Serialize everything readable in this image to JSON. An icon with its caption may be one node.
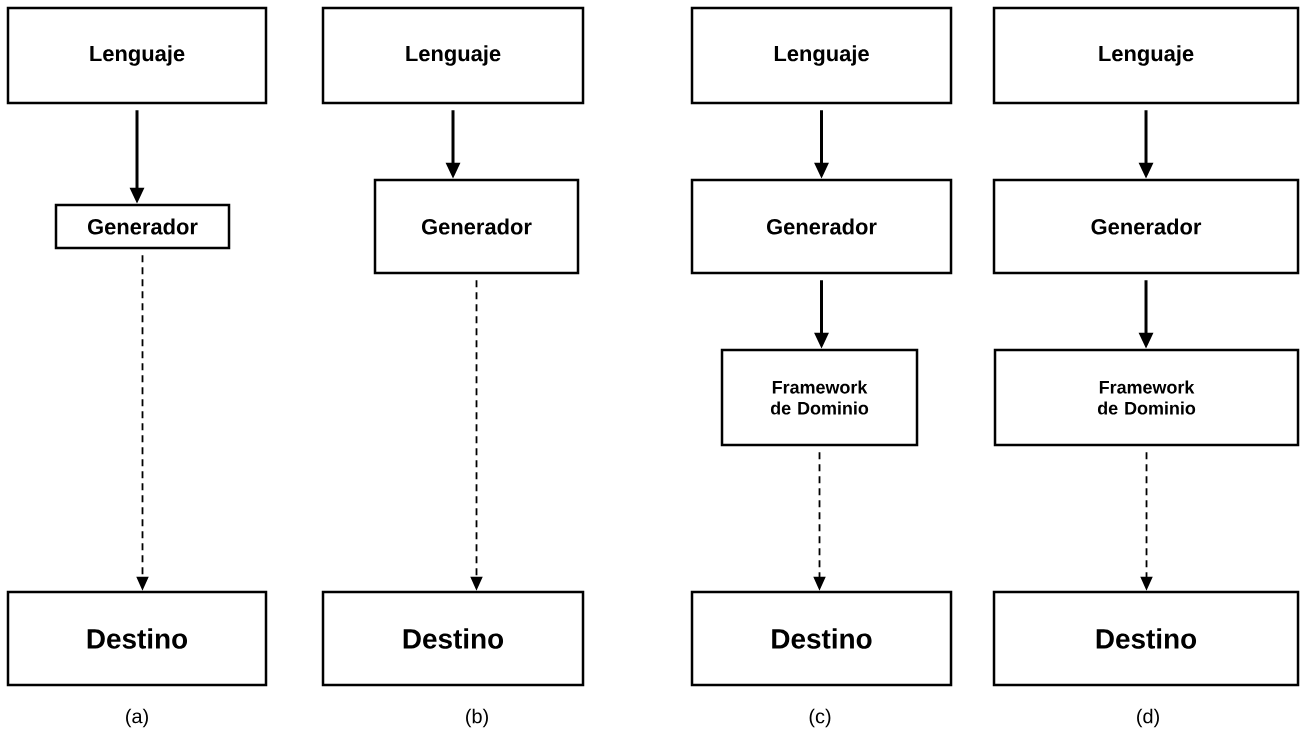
{
  "diagram": {
    "nodes": [
      {
        "text": [
          "Lenguaje"
        ]
      },
      {
        "text": [
          "Generador"
        ]
      },
      {
        "text": [
          "Destino"
        ]
      },
      {
        "text": [
          "Lenguaje"
        ]
      },
      {
        "text": [
          "Generador"
        ]
      },
      {
        "text": [
          "Destino"
        ]
      },
      {
        "text": [
          "Lenguaje"
        ]
      },
      {
        "text": [
          "Generador"
        ]
      },
      {
        "text": [
          "Framework de Dominio"
        ]
      },
      {
        "text": [
          "Destino"
        ]
      },
      {
        "text": [
          "Lenguaje"
        ]
      },
      {
        "text": [
          "Generador"
        ]
      },
      {
        "text": [
          "Framework de Dominio"
        ]
      },
      {
        "text": [
          "Destino"
        ]
      }
    ],
    "edges": [
      {
        "from": 0,
        "to": 1,
        "arrow": "to"
      },
      {
        "from": 1,
        "to": 2,
        "arrow": "to",
        "style": "dashed"
      },
      {
        "from": 3,
        "to": 4,
        "arrow": "to"
      },
      {
        "from": 4,
        "to": 5,
        "arrow": "to",
        "style": "dashed"
      },
      {
        "from": 6,
        "to": 7,
        "arrow": "to"
      },
      {
        "from": 7,
        "to": 8,
        "arrow": "to"
      },
      {
        "from": 8,
        "to": 9,
        "arrow": "to",
        "style": "dashed"
      },
      {
        "from": 10,
        "to": 11,
        "arrow": "to"
      },
      {
        "from": 11,
        "to": 12,
        "arrow": "to"
      },
      {
        "from": 12,
        "to": 13,
        "arrow": "to",
        "style": "dashed"
      }
    ],
    "labels": [
      "(a)",
      "(b)",
      "(c)",
      "(d)"
    ]
  }
}
